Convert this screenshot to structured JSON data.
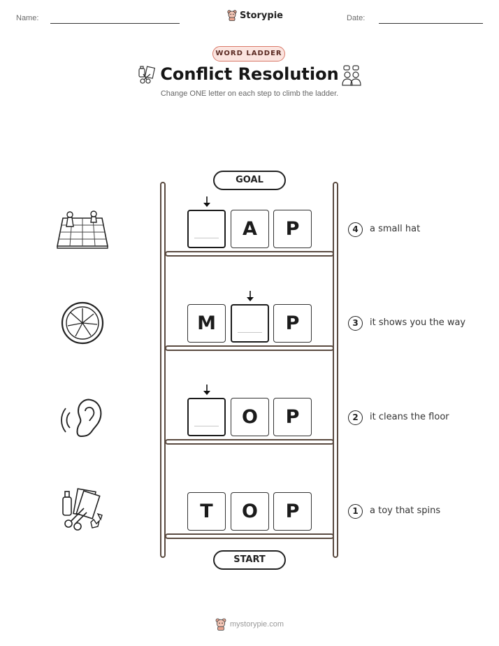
{
  "header": {
    "name_label": "Name:",
    "date_label": "Date:",
    "brand": "Storypie"
  },
  "badge": "WORD LADDER",
  "title": "Conflict Resolution",
  "subtitle": "Change ONE letter on each step to climb the ladder.",
  "goal_label": "GOAL",
  "start_label": "START",
  "steps": [
    {
      "number": "4",
      "clue": "a small hat",
      "letters": [
        "",
        "A",
        "P"
      ],
      "blank_index": 0,
      "picture": "board-game-icon"
    },
    {
      "number": "3",
      "clue": "it shows you the way",
      "letters": [
        "M",
        "",
        "P"
      ],
      "blank_index": 1,
      "picture": "orange-slice-icon"
    },
    {
      "number": "2",
      "clue": "it cleans the floor",
      "letters": [
        "",
        "O",
        "P"
      ],
      "blank_index": 0,
      "picture": "ear-icon"
    },
    {
      "number": "1",
      "clue": "a toy that spins",
      "letters": [
        "T",
        "O",
        "P"
      ],
      "blank_index": null,
      "picture": "craft-supplies-icon"
    }
  ],
  "footer": "mystorypie.com",
  "colors": {
    "rail": "#5a4a40",
    "badge_bg": "#fbe4df",
    "badge_border": "#d97a6a"
  }
}
